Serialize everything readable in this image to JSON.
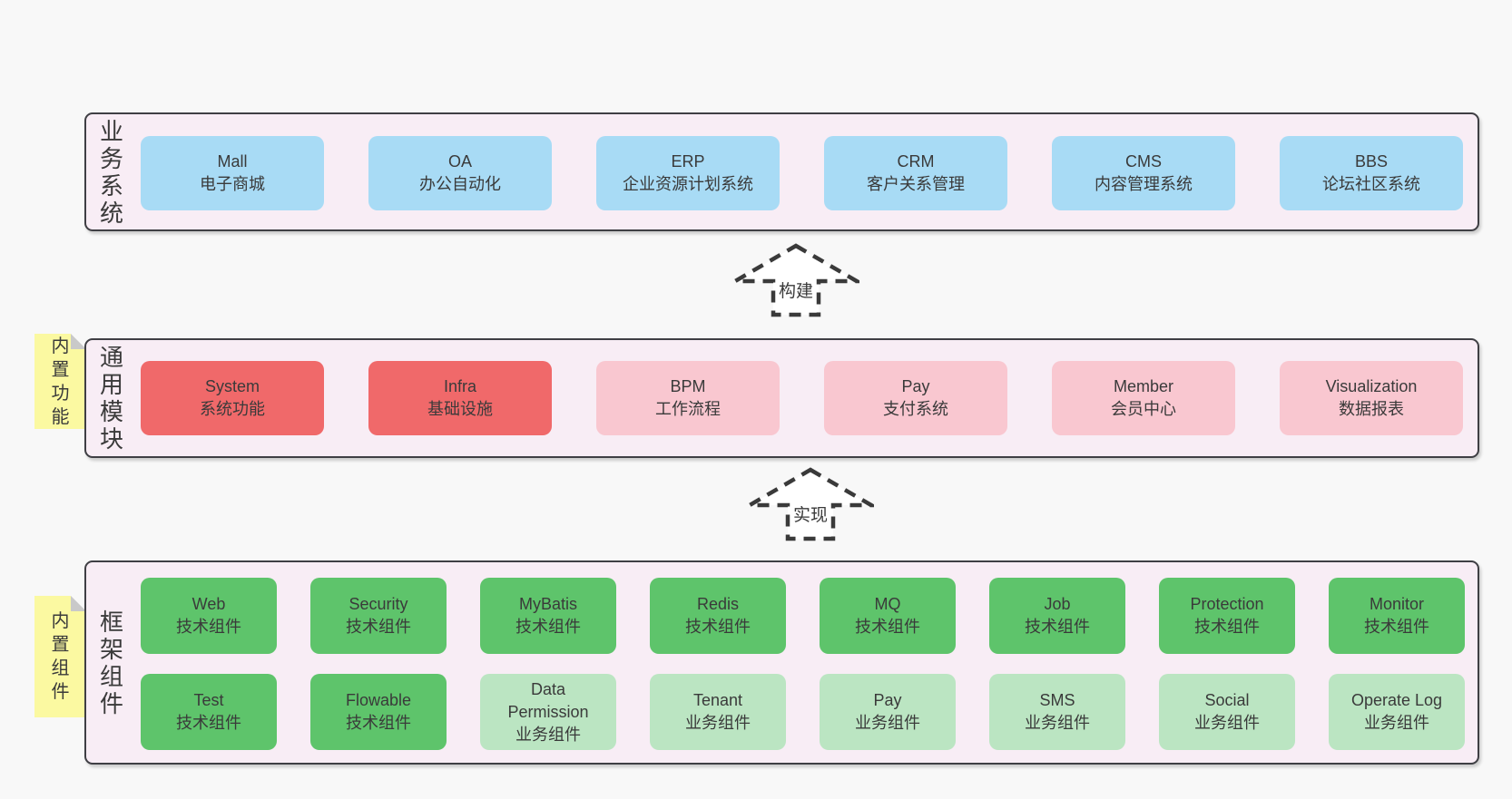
{
  "colors": {
    "page-bg": "#f8f8f8",
    "layer-bg": "#f8edf5",
    "layer-border": "#3f3f44",
    "box-blue": "#a8dbf5",
    "box-red": "#f0696a",
    "box-pink": "#f9c7d0",
    "box-green": "#5ec46b",
    "box-lightgreen": "#bbe5c2",
    "note-bg": "#fbf9a1",
    "note-fold": "#c9c9c9",
    "text": "#3a3a3a",
    "arrow-line": "#3a3a3a",
    "arrow-fill": "#ffffff"
  },
  "layers": {
    "business": {
      "label": "业务系统",
      "boxes": [
        {
          "title": "Mall",
          "subtitle": "电子商城"
        },
        {
          "title": "OA",
          "subtitle": "办公自动化"
        },
        {
          "title": "ERP",
          "subtitle": "企业资源计划系统"
        },
        {
          "title": "CRM",
          "subtitle": "客户关系管理"
        },
        {
          "title": "CMS",
          "subtitle": "内容管理系统"
        },
        {
          "title": "BBS",
          "subtitle": "论坛社区系统"
        }
      ]
    },
    "modules": {
      "label": "通用模块",
      "note": "内置功能",
      "boxes": [
        {
          "title": "System",
          "subtitle": "系统功能"
        },
        {
          "title": "Infra",
          "subtitle": "基础设施"
        },
        {
          "title": "BPM",
          "subtitle": "工作流程"
        },
        {
          "title": "Pay",
          "subtitle": "支付系统"
        },
        {
          "title": "Member",
          "subtitle": "会员中心"
        },
        {
          "title": "Visualization",
          "subtitle": "数据报表"
        }
      ]
    },
    "components": {
      "label": "框架组件",
      "note": "内置组件",
      "row1": [
        {
          "title": "Web",
          "subtitle": "技术组件"
        },
        {
          "title": "Security",
          "subtitle": "技术组件"
        },
        {
          "title": "MyBatis",
          "subtitle": "技术组件"
        },
        {
          "title": "Redis",
          "subtitle": "技术组件"
        },
        {
          "title": "MQ",
          "subtitle": "技术组件"
        },
        {
          "title": "Job",
          "subtitle": "技术组件"
        },
        {
          "title": "Protection",
          "subtitle": "技术组件"
        },
        {
          "title": "Monitor",
          "subtitle": "技术组件"
        }
      ],
      "row2": [
        {
          "title": "Test",
          "subtitle": "技术组件"
        },
        {
          "title": "Flowable",
          "subtitle": "技术组件"
        },
        {
          "title": "Data Permission",
          "subtitle": "业务组件"
        },
        {
          "title": "Tenant",
          "subtitle": "业务组件"
        },
        {
          "title": "Pay",
          "subtitle": "业务组件"
        },
        {
          "title": "SMS",
          "subtitle": "业务组件"
        },
        {
          "title": "Social",
          "subtitle": "业务组件"
        },
        {
          "title": "Operate Log",
          "subtitle": "业务组件"
        }
      ]
    }
  },
  "arrows": {
    "build": {
      "label": "构建"
    },
    "implement": {
      "label": "实现"
    }
  }
}
